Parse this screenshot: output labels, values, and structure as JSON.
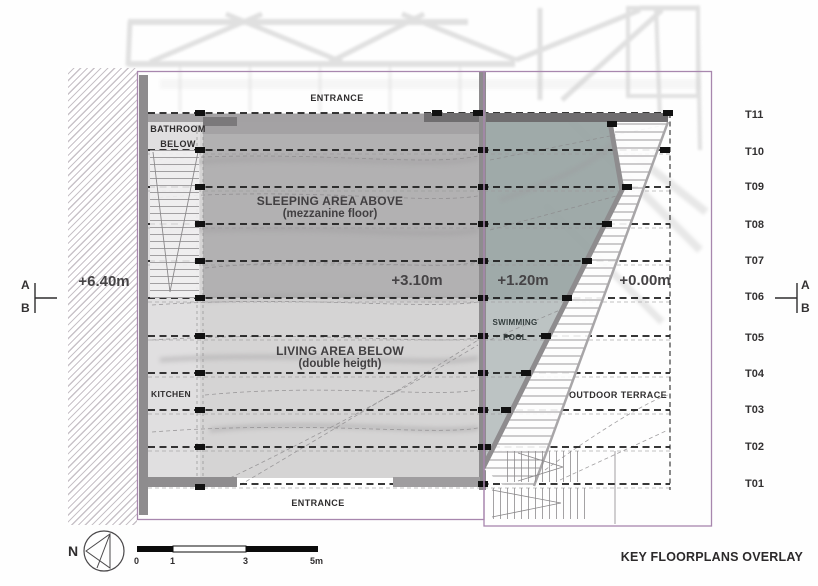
{
  "plan": {
    "rooms": {
      "entrance_top": "ENTRANCE",
      "entrance_bottom": "ENTRANCE",
      "bathroom_line1": "BATHROOM",
      "bathroom_line2": "BELOW",
      "sleeping_line1": "SLEEPING AREA ABOVE",
      "sleeping_line2": "(mezzanine floor)",
      "living_line1": "LIVING AREA BELOW",
      "living_line2": "(double heigth)",
      "kitchen": "KITCHEN",
      "swimming_line1": "SWIMMING",
      "swimming_line2": "POOL",
      "outdoor_terrace": "OUTDOOR TERRACE"
    },
    "levels": {
      "hatched_zone": "+6.40m",
      "left_zone": "+3.10m",
      "center_zone": "+1.20m",
      "right_zone": "+0.00m"
    },
    "terraces": [
      "T11",
      "T10",
      "T09",
      "T08",
      "T07",
      "T06",
      "T05",
      "T04",
      "T03",
      "T02",
      "T01"
    ],
    "section_marker": {
      "top": "A",
      "bottom": "B"
    }
  },
  "legend": {
    "title": "KEY FLOORPLANS OVERLAY"
  },
  "compass": {
    "label": "N"
  },
  "scale_bar": {
    "ticks": [
      "0",
      "1",
      "3",
      "5m"
    ]
  },
  "colors": {
    "plan_border": "#a887ae",
    "wall_gray": "#8e8c8e",
    "pool_teal": "#97a3a2",
    "dash_black": "#1b1b1b"
  }
}
